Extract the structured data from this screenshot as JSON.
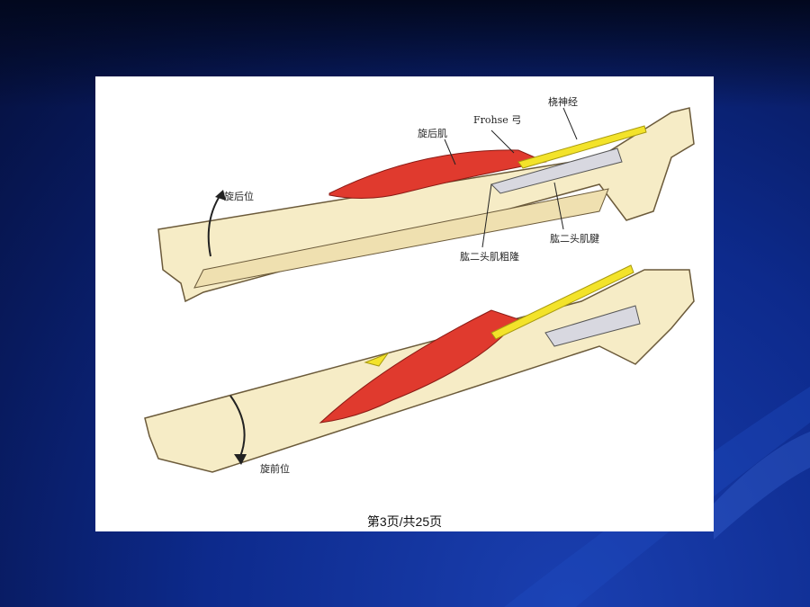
{
  "labels": {
    "radial_nerve": "桡神经",
    "frohse_arcade": "Frohse 弓",
    "supinator": "旋后肌",
    "supination": "旋后位",
    "biceps_tendon": "肱二头肌腱",
    "biceps_tuberosity": "肱二头肌粗隆",
    "pronation": "旋前位"
  },
  "footer": {
    "page": "第3页/共25页"
  },
  "colors": {
    "muscle": "#e03a2e",
    "bone": "#f6ecc6",
    "nerve": "#f3e32a",
    "background": "#0d2a8c"
  }
}
